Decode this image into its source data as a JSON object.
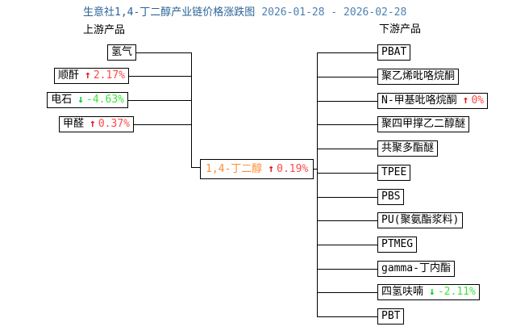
{
  "header": {
    "title": "生意社1,4-丁二醇产业链价格涨跌图",
    "date_range": "2026-01-28 - 2026-02-28",
    "upstream_label": "上游产品",
    "downstream_label": "下游产品"
  },
  "center_node": {
    "name": "1,4-丁二醇",
    "arrow": "↑",
    "change": "0.19%",
    "direction": "up"
  },
  "upstream_nodes": [
    {
      "name": "氢气",
      "arrow": "",
      "change": "",
      "direction": "none"
    },
    {
      "name": "顺酐",
      "arrow": "↑",
      "change": "2.17%",
      "direction": "up"
    },
    {
      "name": "电石",
      "arrow": "↓",
      "change": "-4.63%",
      "direction": "down"
    },
    {
      "name": "甲醛",
      "arrow": "↑",
      "change": "0.37%",
      "direction": "up"
    }
  ],
  "downstream_nodes": [
    {
      "name": "PBAT",
      "arrow": "",
      "change": "",
      "direction": "none"
    },
    {
      "name": "聚乙烯吡咯烷酮",
      "arrow": "",
      "change": "",
      "direction": "none"
    },
    {
      "name": "N-甲基吡咯烷酮",
      "arrow": "↑",
      "change": "0%",
      "direction": "up"
    },
    {
      "name": "聚四甲撑乙二醇醚",
      "arrow": "",
      "change": "",
      "direction": "none"
    },
    {
      "name": "共聚多酯醚",
      "arrow": "",
      "change": "",
      "direction": "none"
    },
    {
      "name": "TPEE",
      "arrow": "",
      "change": "",
      "direction": "none"
    },
    {
      "name": "PBS",
      "arrow": "",
      "change": "",
      "direction": "none"
    },
    {
      "name": "PU(聚氨酯浆料)",
      "arrow": "",
      "change": "",
      "direction": "none"
    },
    {
      "name": "PTMEG",
      "arrow": "",
      "change": "",
      "direction": "none"
    },
    {
      "name": "gamma-丁内酯",
      "arrow": "",
      "change": "",
      "direction": "none"
    },
    {
      "name": "四氢呋喃",
      "arrow": "↓",
      "change": "-2.11%",
      "direction": "down"
    },
    {
      "name": "PBT",
      "arrow": "",
      "change": "",
      "direction": "none"
    }
  ],
  "colors": {
    "title": "#2a6496",
    "date": "#4e80b1",
    "up_text": "#ff4848",
    "up_arrow": "#e01515",
    "down_text": "#3ce43c",
    "down_arrow": "#00c825",
    "center_name": "#ff8d32",
    "line": "#000000"
  }
}
